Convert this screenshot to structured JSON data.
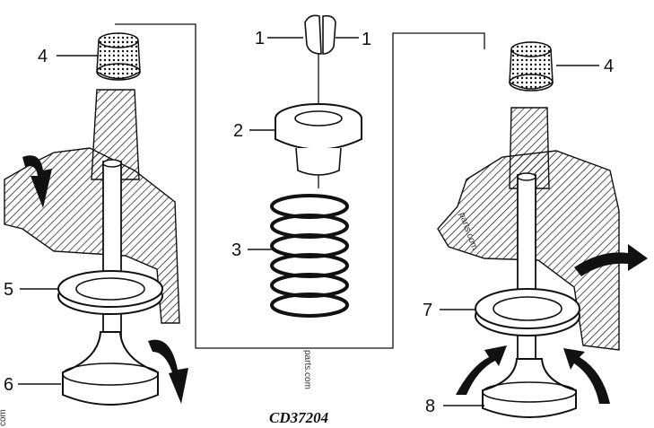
{
  "figure_code": "CD37204",
  "callouts": [
    {
      "id": "1a",
      "text": "1"
    },
    {
      "id": "1b",
      "text": "1"
    },
    {
      "id": "2",
      "text": "2"
    },
    {
      "id": "3",
      "text": "3"
    },
    {
      "id": "4a",
      "text": "4"
    },
    {
      "id": "4b",
      "text": "4"
    },
    {
      "id": "5",
      "text": "5"
    },
    {
      "id": "6",
      "text": "6"
    },
    {
      "id": "7",
      "text": "7"
    },
    {
      "id": "8",
      "text": "8"
    }
  ],
  "watermarks": {
    "center": "parts.com",
    "left_edge": "com",
    "right": "parts.com"
  },
  "colors": {
    "ink": "#111111",
    "paper": "#ffffff"
  }
}
